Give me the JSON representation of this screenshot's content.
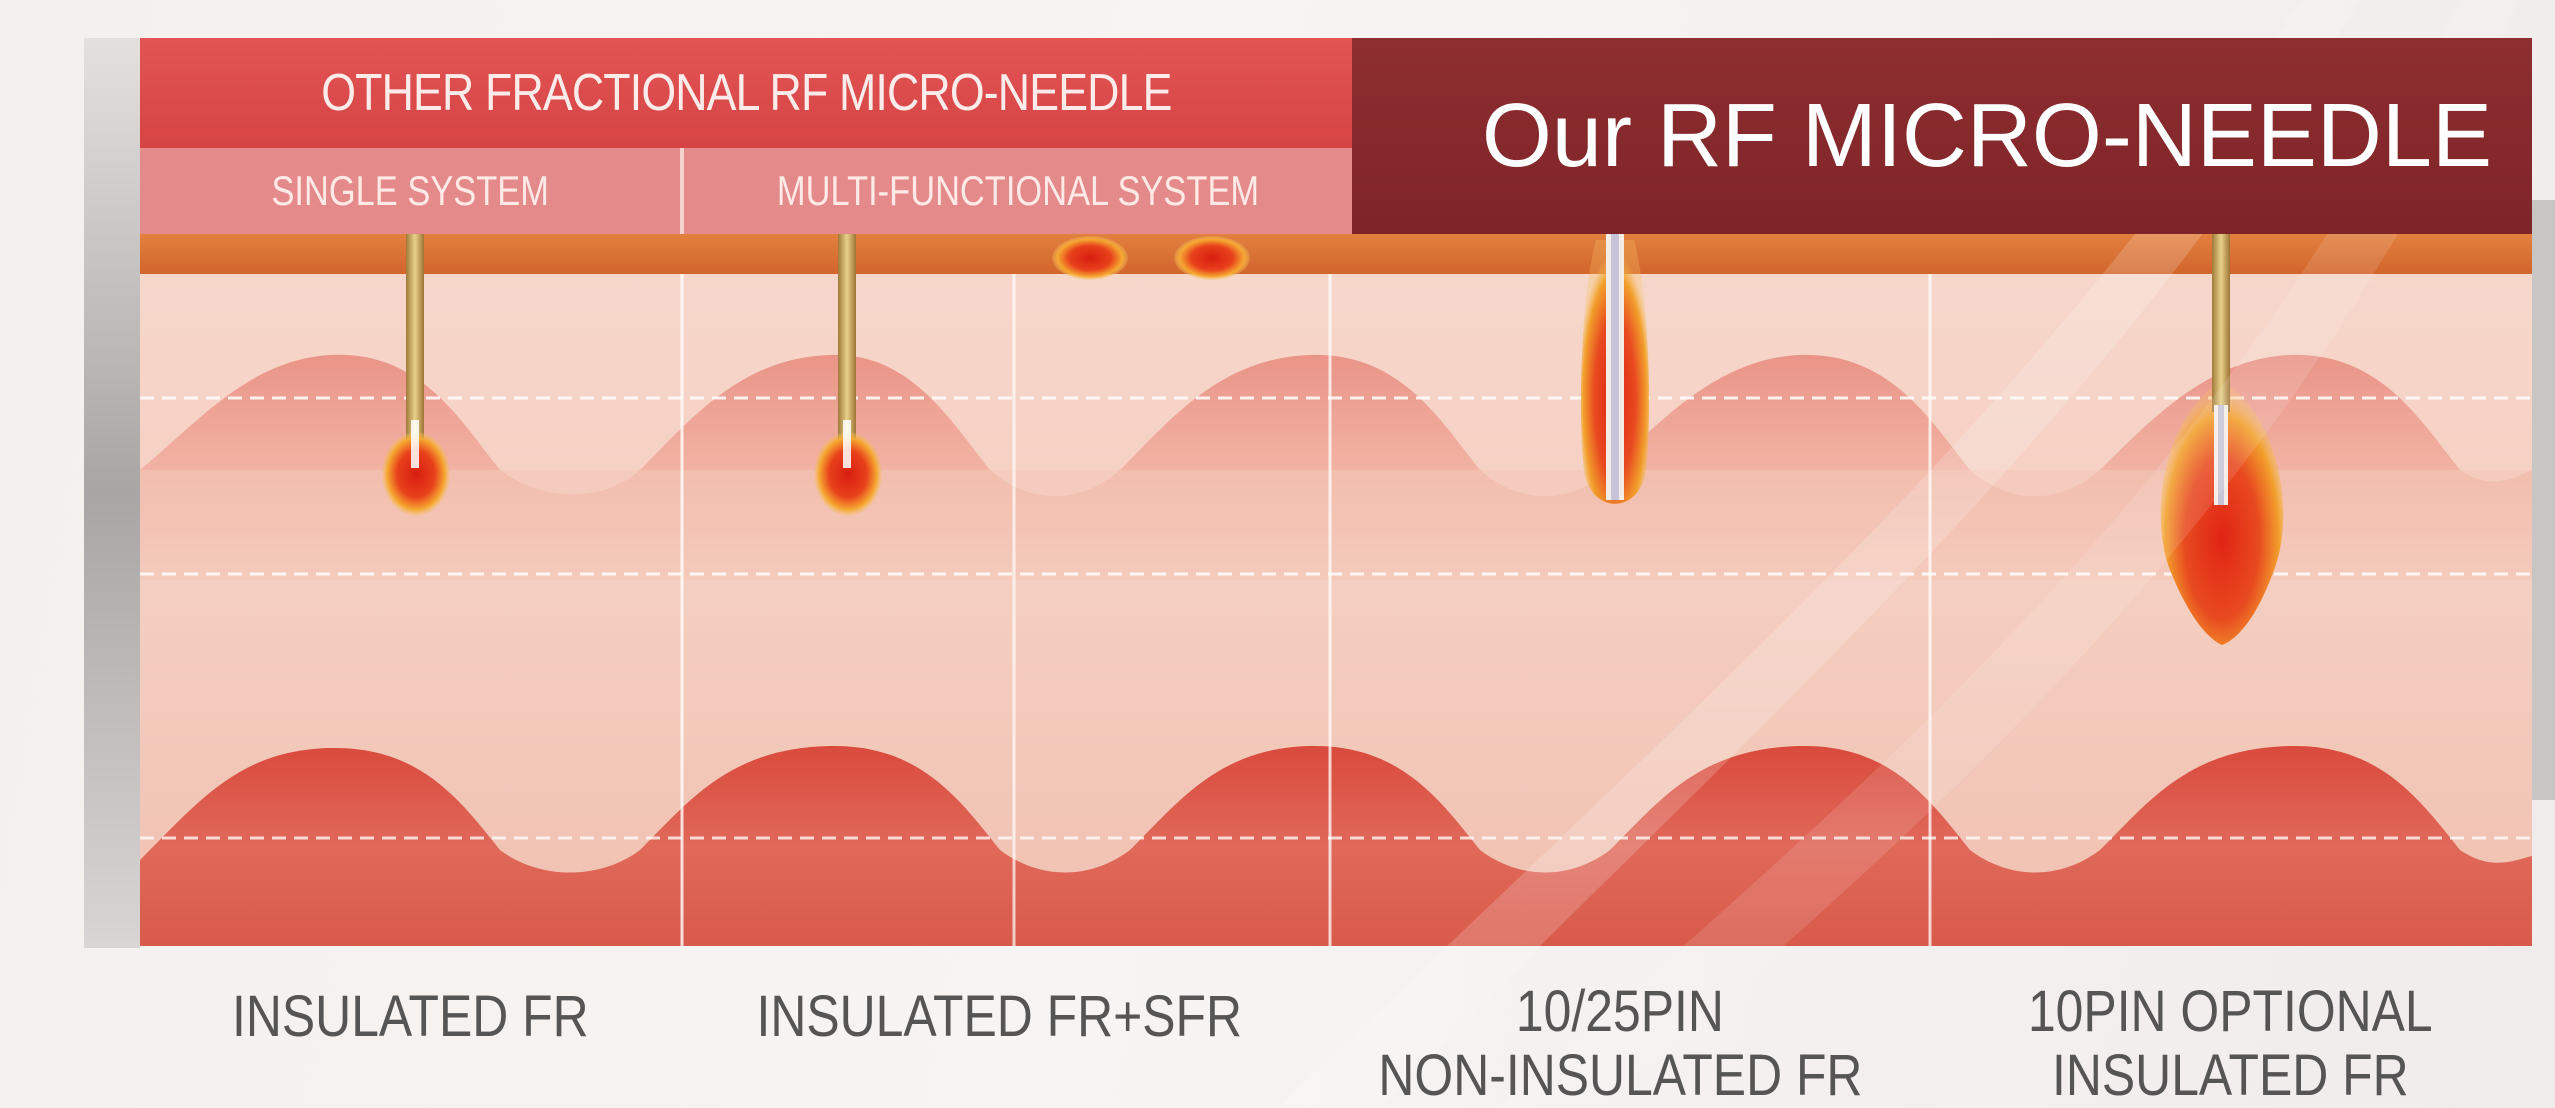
{
  "header": {
    "other_title": "OTHER FRACTIONAL RF MICRO-NEEDLE",
    "single_system": "SINGLE SYSTEM",
    "multi_system": "MULTI-FUNCTIONAL SYSTEM",
    "ours_title": "Our RF MICRO-NEEDLE"
  },
  "captions": {
    "col1": "INSULATED FR",
    "col2": "INSULATED FR+SFR",
    "col3_line1": "10/25PIN",
    "col3_line2": "NON-INSULATED FR",
    "col4_line1": "10PIN OPTIONAL",
    "col4_line2": "INSULATED FR"
  },
  "colors": {
    "header_red": "#d64444",
    "header_pink": "#e58a8a",
    "header_dark": "#7e2428",
    "epidermis_orange": "#dd6e35",
    "skin_light": "#f3c9b9",
    "tissue_red": "#dc5c4c",
    "heat_core": "#e02818",
    "heat_halo": "#f5b030"
  }
}
